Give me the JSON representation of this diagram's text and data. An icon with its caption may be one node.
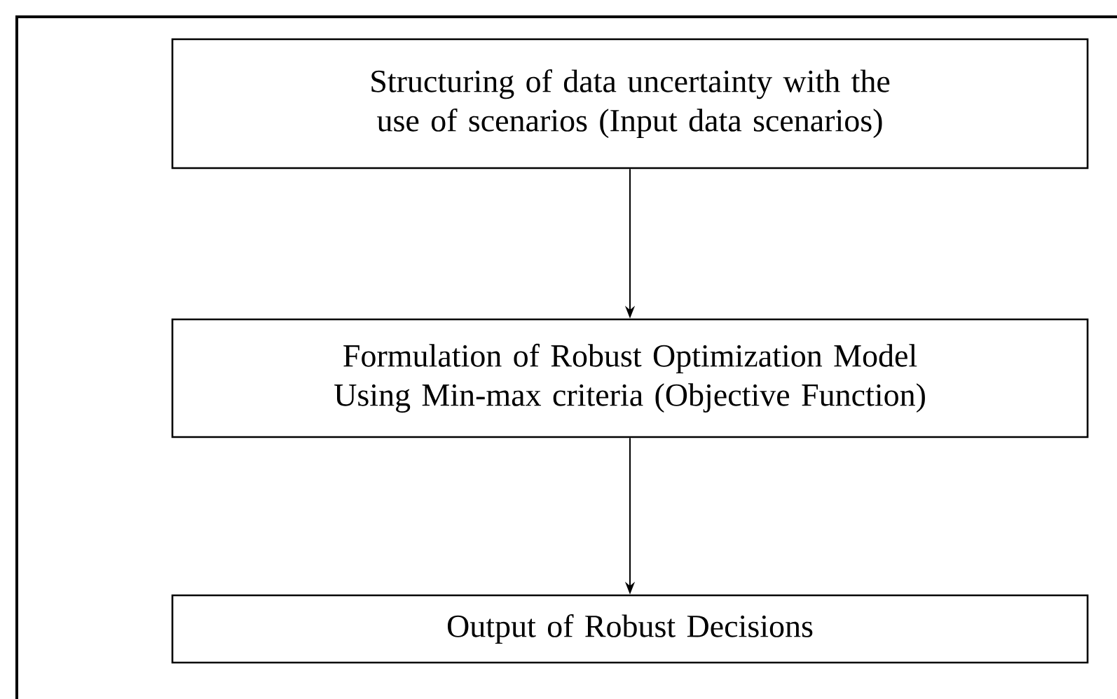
{
  "diagram": {
    "nodes": [
      {
        "text": [
          "Structuring of data uncertainty with the use of scenarios (Input data scenarios)"
        ]
      },
      {
        "text": [
          "Formulation of Robust Optimization Model Using Min-max criteria (Objective Function)"
        ]
      },
      {
        "text": [
          "Output of Robust Decisions"
        ]
      }
    ],
    "edges": [
      {
        "from": 0,
        "to": 1,
        "arrow": "to"
      },
      {
        "from": 1,
        "to": 2,
        "arrow": "to"
      }
    ]
  }
}
